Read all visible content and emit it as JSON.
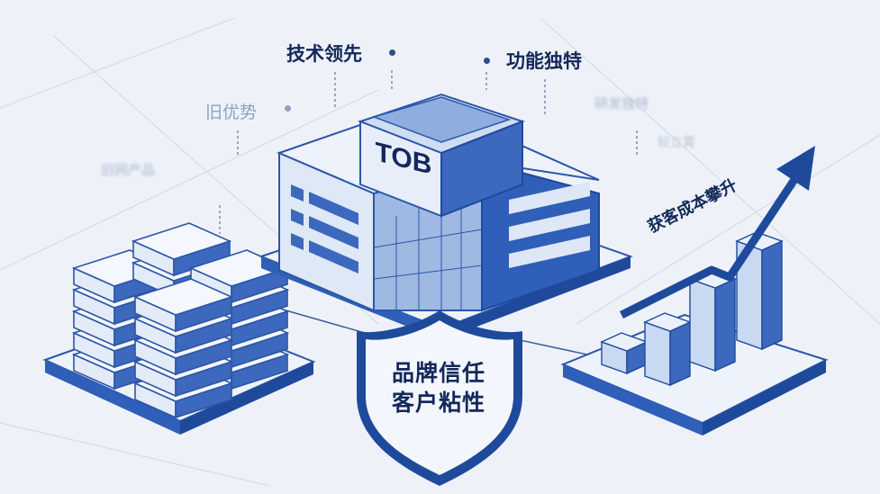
{
  "building": {
    "sign": "TOB"
  },
  "labels": {
    "tech_lead": "技术领先",
    "unique_function": "功能独特",
    "old_advantage": "旧优势",
    "old_product": "旧网产品",
    "blur_right_1": "研发独特",
    "blur_right_2": "较立霄"
  },
  "shield": {
    "line1": "品牌信任",
    "line2": "客户粘性"
  },
  "trend": {
    "label": "获客成本攀升"
  },
  "colors": {
    "dark_blue": "#1f4a9c",
    "mid_blue": "#4b77c6",
    "light_blue": "#dde7f6",
    "text": "#13285a"
  }
}
